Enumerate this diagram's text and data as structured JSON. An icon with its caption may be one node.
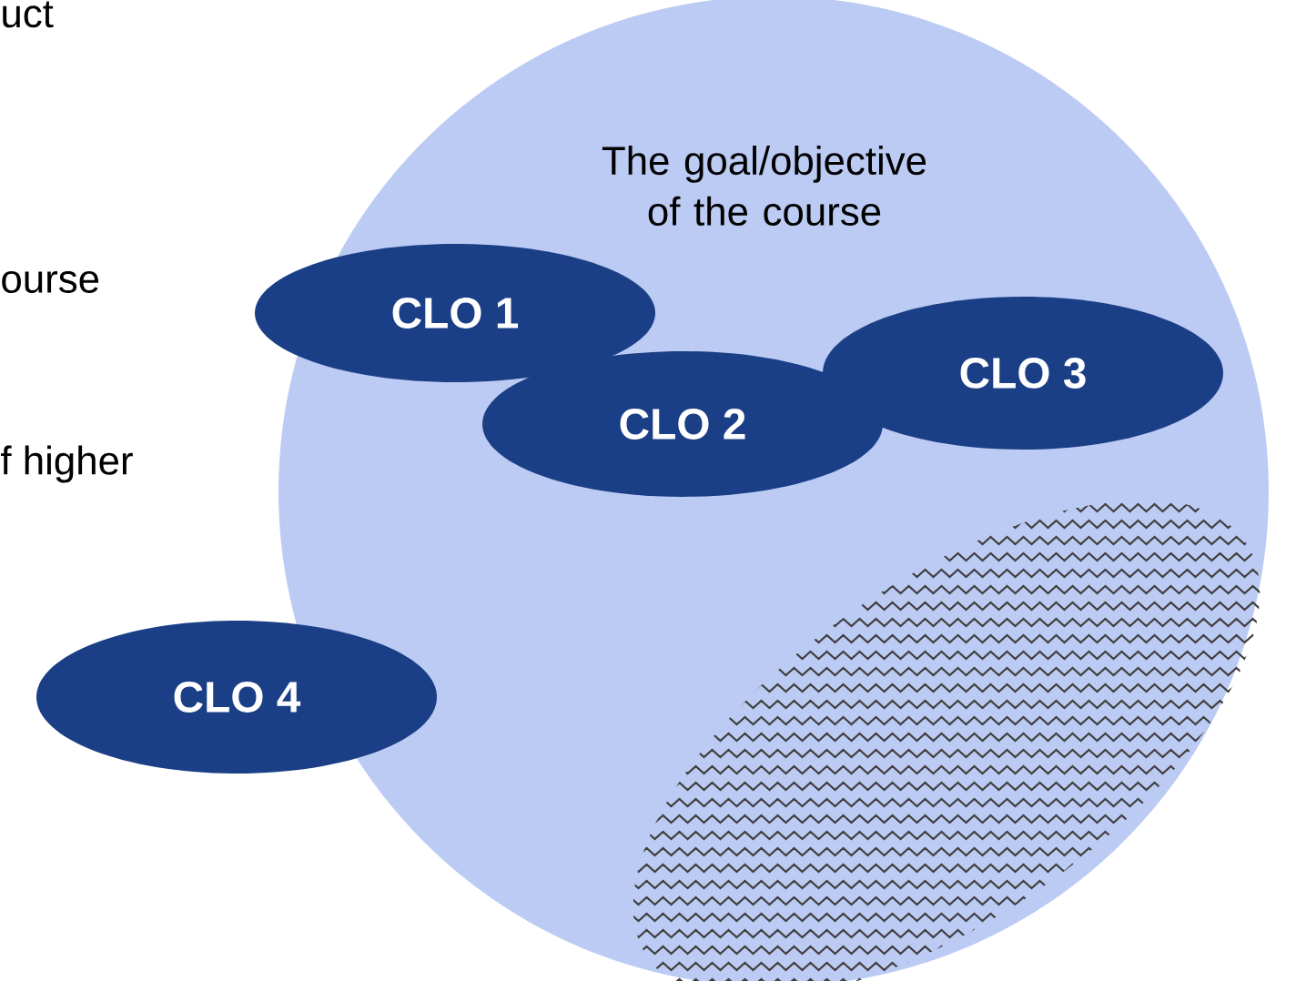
{
  "diagram": {
    "nodes": [
      {
        "text": [
          "The goal/objective of the course"
        ]
      },
      {
        "text": [
          "CLO 1"
        ],
        "in": 0
      },
      {
        "text": [
          "CLO 2"
        ],
        "in": 0
      },
      {
        "text": [
          "CLO 3"
        ],
        "in": 0
      },
      {
        "text": [
          "CLO 4"
        ]
      },
      {
        "text": [],
        "shape": "ellipse",
        "in": 0
      }
    ],
    "labels": [
      "uct",
      "ourse",
      "f higher"
    ]
  }
}
